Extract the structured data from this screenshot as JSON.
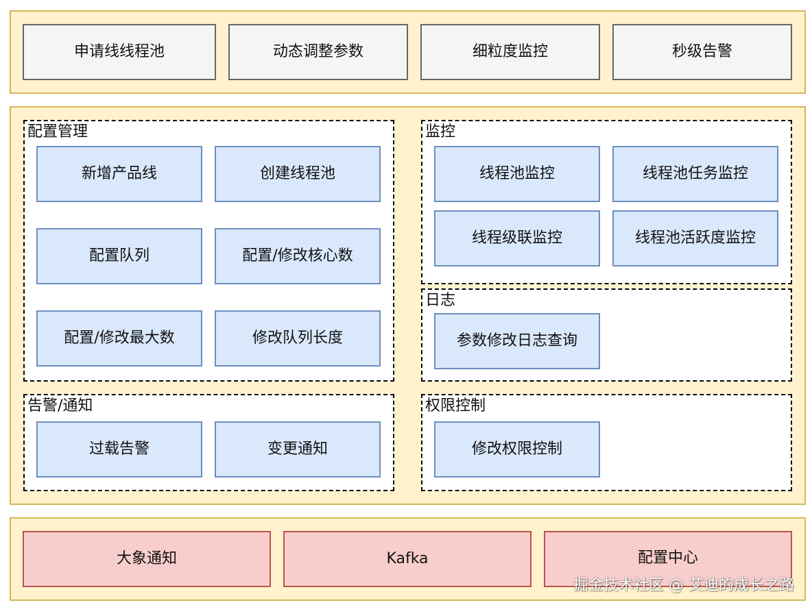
{
  "top_layer": {
    "items": [
      "申请线线程池",
      "动态调整参数",
      "细粒度监控",
      "秒级告警"
    ]
  },
  "config_group": {
    "title": "配置管理",
    "items": [
      "新增产品线",
      "创建线程池",
      "配置队列",
      "配置/修改核心数",
      "配置/修改最大数",
      "修改队列长度"
    ]
  },
  "alert_group": {
    "title": "告警/通知",
    "items": [
      "过载告警",
      "变更通知"
    ]
  },
  "monitor_group": {
    "title": "监控",
    "items": [
      "线程池监控",
      "线程池任务监控",
      "线程级联监控",
      "线程池活跃度监控"
    ]
  },
  "log_group": {
    "title": "日志",
    "items": [
      "参数修改日志查询"
    ]
  },
  "auth_group": {
    "title": "权限控制",
    "items": [
      "修改权限控制"
    ]
  },
  "bottom_layer": {
    "items": [
      "大象通知",
      "Kafka",
      "配置中心"
    ]
  },
  "watermark": "掘金技术社区 @ 艾迪的成长之路",
  "colors": {
    "layer_fill": "#fff2cc",
    "layer_border": "#d6b656",
    "gray_fill": "#f5f5f5",
    "gray_border": "#666666",
    "blue_fill": "#dae8fc",
    "blue_border": "#6c8ebf",
    "red_fill": "#f8cecc",
    "red_border": "#b85450"
  }
}
